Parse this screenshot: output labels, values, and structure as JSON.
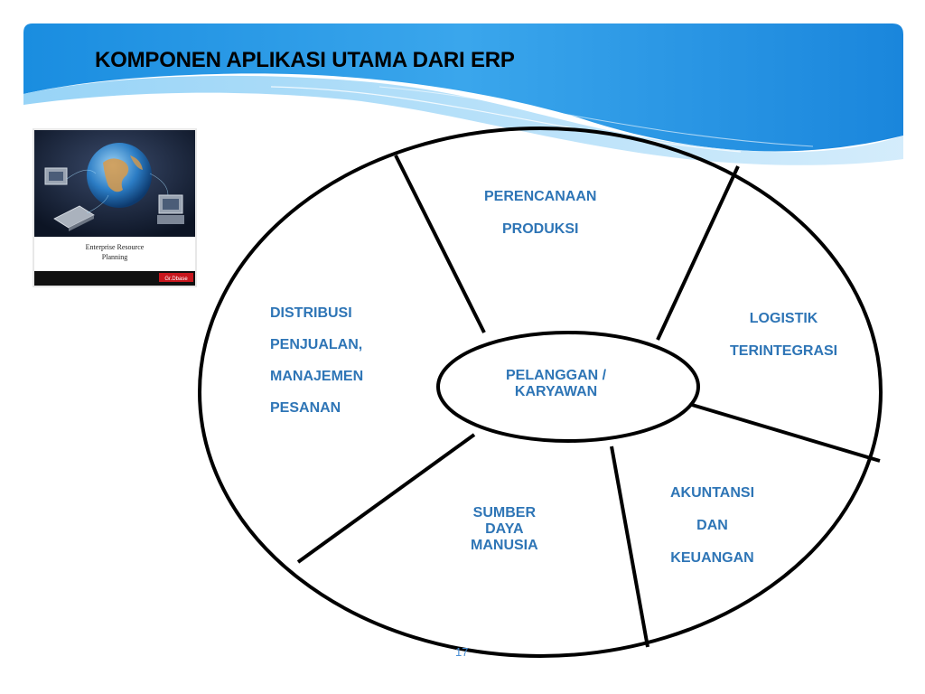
{
  "slide": {
    "title": "KOMPONEN APLIKASI UTAMA DARI ERP",
    "page_number": "17"
  },
  "book_cover": {
    "title_line1": "Enterprise Resource",
    "title_line2": "Planning",
    "publisher_badge": "Gr.Dbase"
  },
  "diagram": {
    "center": {
      "line1": "PELANGGAN /",
      "line2": "KARYAWAN"
    },
    "segments": {
      "perencanaan": {
        "line1": "PERENCANAAN",
        "line2": "PRODUKSI"
      },
      "logistik": {
        "line1": "LOGISTIK",
        "line2": "TERINTEGRASI"
      },
      "akuntansi": {
        "line1": "AKUNTANSI",
        "line2": "DAN",
        "line3": "KEUANGAN"
      },
      "sdm": {
        "line1": "SUMBER",
        "line2": "DAYA",
        "line3": "MANUSIA"
      },
      "distribusi": {
        "line1": "DISTRIBUSI",
        "line2": "PENJUALAN,",
        "line3": "MANAJEMEN",
        "line4": "PESANAN"
      }
    },
    "colors": {
      "label": "#2e75b6",
      "outline": "#000000",
      "header_blue": "#1e88d8"
    }
  }
}
